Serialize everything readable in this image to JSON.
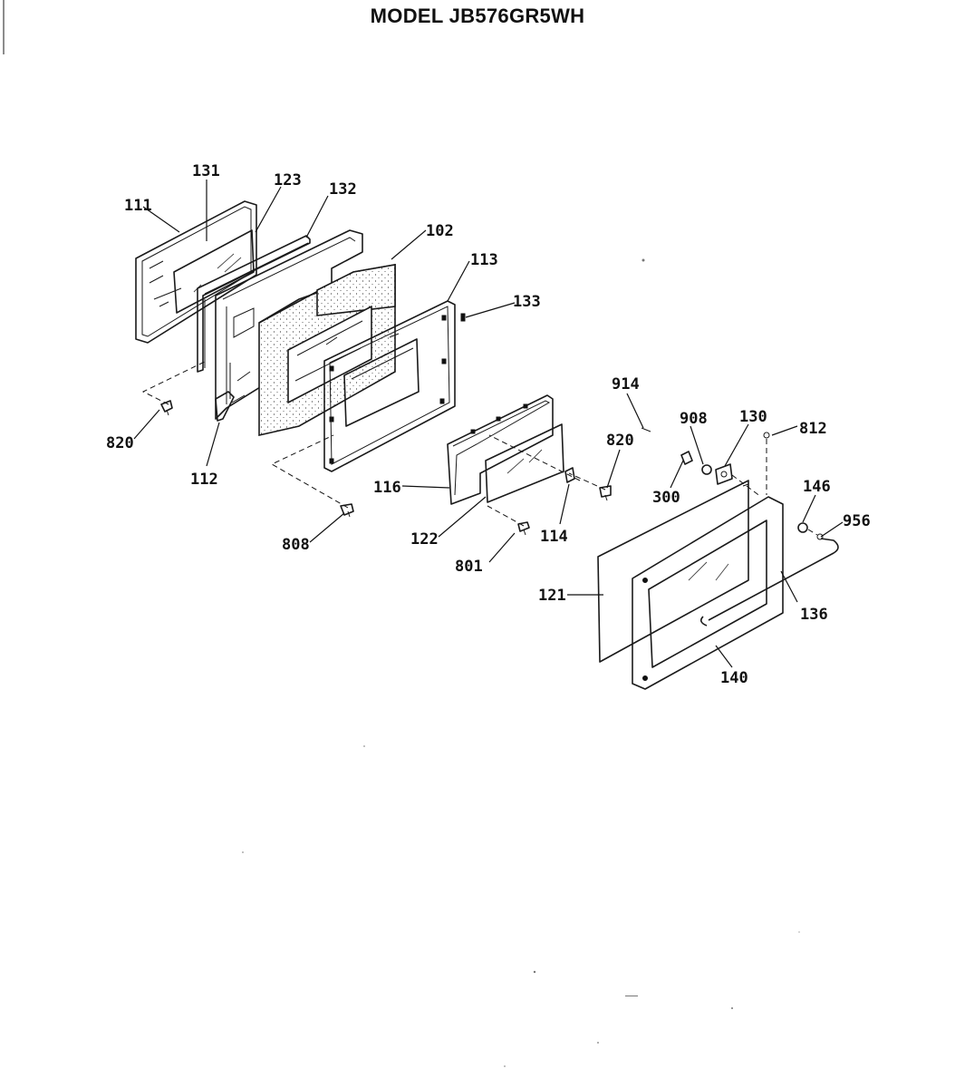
{
  "title": "MODEL JB576GR5WH",
  "callouts": [
    {
      "id": "c111",
      "text": "111"
    },
    {
      "id": "c131",
      "text": "131"
    },
    {
      "id": "c123",
      "text": "123"
    },
    {
      "id": "c132",
      "text": "132"
    },
    {
      "id": "c102",
      "text": "102"
    },
    {
      "id": "c113",
      "text": "113"
    },
    {
      "id": "c133",
      "text": "133"
    },
    {
      "id": "c820a",
      "text": "820"
    },
    {
      "id": "c112",
      "text": "112"
    },
    {
      "id": "c116",
      "text": "116"
    },
    {
      "id": "c808",
      "text": "808"
    },
    {
      "id": "c122",
      "text": "122"
    },
    {
      "id": "c801",
      "text": "801"
    },
    {
      "id": "c114",
      "text": "114"
    },
    {
      "id": "c914",
      "text": "914"
    },
    {
      "id": "c908",
      "text": "908"
    },
    {
      "id": "c130",
      "text": "130"
    },
    {
      "id": "c812",
      "text": "812"
    },
    {
      "id": "c820b",
      "text": "820"
    },
    {
      "id": "c300",
      "text": "300"
    },
    {
      "id": "c146",
      "text": "146"
    },
    {
      "id": "c956",
      "text": "956"
    },
    {
      "id": "c121",
      "text": "121"
    },
    {
      "id": "c136",
      "text": "136"
    },
    {
      "id": "c140",
      "text": "140"
    }
  ]
}
